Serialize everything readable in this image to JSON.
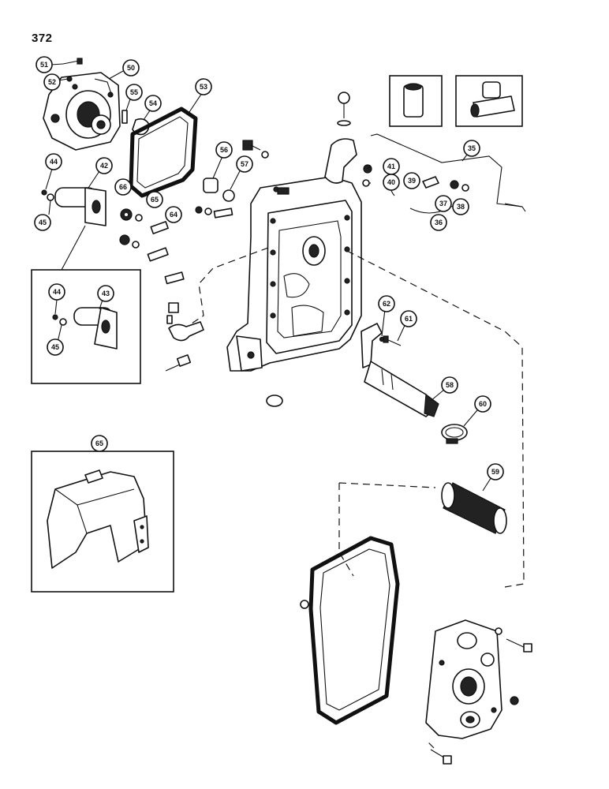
{
  "page": {
    "number": "372"
  },
  "callouts": {
    "c51": "51",
    "c52": "52",
    "c50": "50",
    "c55": "55",
    "c54": "54",
    "c53": "53",
    "c44a": "44",
    "c42": "42",
    "c45a": "45",
    "c66": "66",
    "c65a": "65",
    "c64": "64",
    "c56": "56",
    "c57": "57",
    "c41": "41",
    "c40": "40",
    "c39": "39",
    "c35": "35",
    "c37": "37",
    "c38": "38",
    "c36": "36",
    "c62": "62",
    "c61": "61",
    "c44b": "44",
    "c43": "43",
    "c45b": "45",
    "c58": "58",
    "c60": "60",
    "c65b": "65",
    "c59": "59"
  }
}
